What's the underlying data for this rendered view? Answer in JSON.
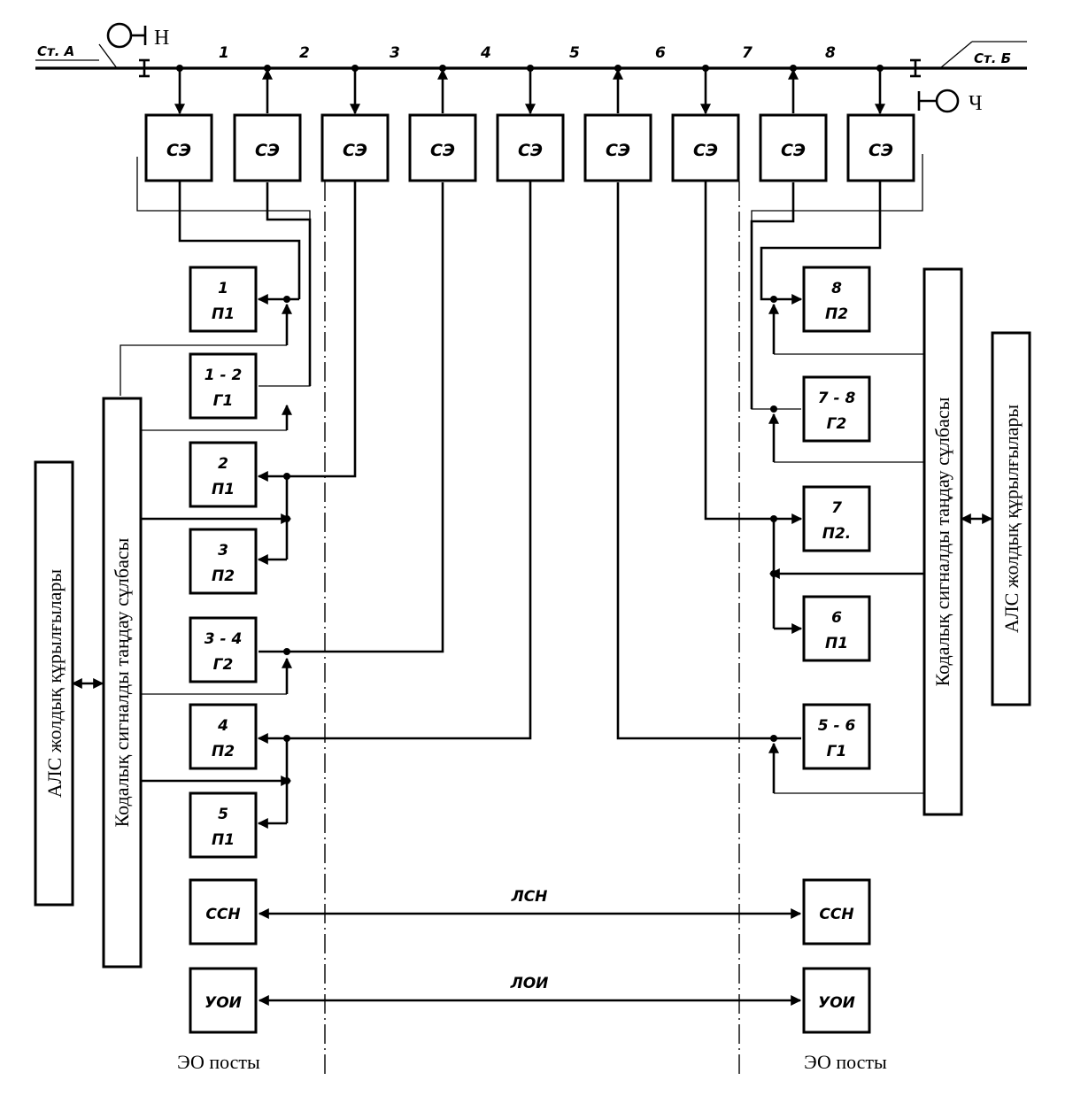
{
  "track": {
    "station_a": "Ст. А",
    "station_b": "Ст. Б",
    "signal_left": "Н",
    "signal_right": "Ч",
    "section_numbers": [
      "1",
      "2",
      "3",
      "4",
      "5",
      "6",
      "7",
      "8"
    ]
  },
  "se_label": "СЭ",
  "left_blocks": [
    {
      "line1": "1",
      "line2": "П1"
    },
    {
      "line1": "1 - 2",
      "line2": "Г1"
    },
    {
      "line1": "2",
      "line2": "П1"
    },
    {
      "line1": "3",
      "line2": "П2"
    },
    {
      "line1": "3 - 4",
      "line2": "Г2"
    },
    {
      "line1": "4",
      "line2": "П2"
    },
    {
      "line1": "5",
      "line2": "П1"
    }
  ],
  "right_blocks": [
    {
      "line1": "8",
      "line2": "П2"
    },
    {
      "line1": "7 - 8",
      "line2": "Г2"
    },
    {
      "line1": "7",
      "line2": "П2."
    },
    {
      "line1": "6",
      "line2": "П1"
    },
    {
      "line1": "5 - 6",
      "line2": "Г1"
    }
  ],
  "ssn_label": "ССН",
  "uoi_label": "УОИ",
  "lsn_label": "ЛСН",
  "loi_label": "ЛОИ",
  "selection_scheme": "Кодалық сигналды таңдау сұлбасы",
  "als_devices": "АЛС жолдық құрылғылары",
  "eo_post_left": "ЭО посты",
  "eo_post_right": "ЭО посты"
}
